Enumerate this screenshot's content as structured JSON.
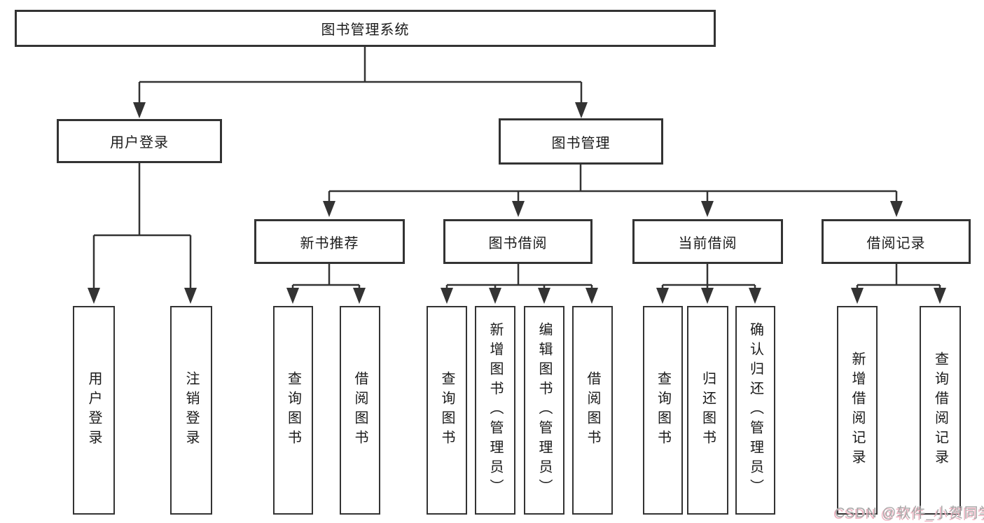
{
  "diagram": {
    "root": {
      "label": "图书管理系统",
      "children": [
        {
          "label": "用户登录",
          "children": [
            {
              "label": "用户登录"
            },
            {
              "label": "注销登录"
            }
          ]
        },
        {
          "label": "图书管理",
          "children": [
            {
              "label": "新书推荐",
              "children": [
                {
                  "label": "查询图书"
                },
                {
                  "label": "借阅图书"
                }
              ]
            },
            {
              "label": "图书借阅",
              "children": [
                {
                  "label": "查询图书"
                },
                {
                  "label": "新增图书（管理员）"
                },
                {
                  "label": "编辑图书（管理员）"
                },
                {
                  "label": "借阅图书"
                }
              ]
            },
            {
              "label": "当前借阅",
              "children": [
                {
                  "label": "查询图书"
                },
                {
                  "label": "归还图书"
                },
                {
                  "label": "确认归还（管理员）"
                }
              ]
            },
            {
              "label": "借阅记录",
              "children": [
                {
                  "label": "新增借阅记录"
                },
                {
                  "label": "查询借阅记录"
                }
              ]
            }
          ]
        }
      ]
    }
  },
  "watermark": {
    "text": "CSDN @软件_小贺同学"
  },
  "colors": {
    "background": "#ffffff",
    "line": "#333333",
    "box_border": "#333333",
    "text": "#1a1a1a",
    "watermark_text": "#a8a8a8",
    "watermark_shadow": "#edb3c1"
  }
}
